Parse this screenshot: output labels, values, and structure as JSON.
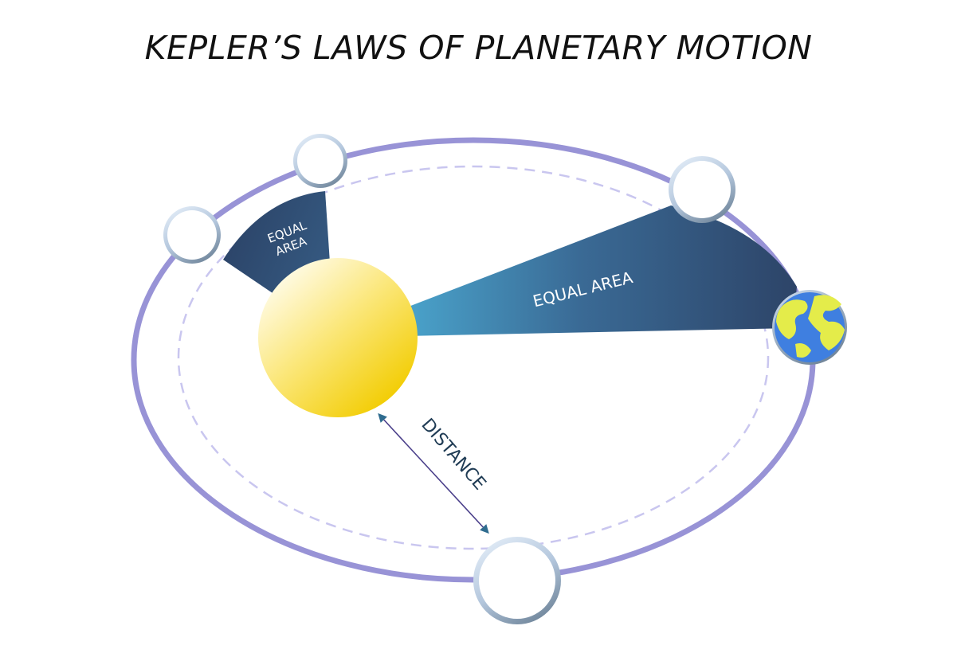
{
  "title": "KEPLER’S LAWS OF PLANETARY MOTION",
  "labels": {
    "small_area_line1": "EQUAL",
    "small_area_line2": "AREA",
    "large_area": "EQUAL AREA",
    "distance": "DISTANCE"
  },
  "colors": {
    "orbit": "#9893d6",
    "inner_orbit_dashed": "#c9c6ef",
    "area_dark": "#2d4468",
    "area_light": "#4ea8cf",
    "sun_light": "#fffbe0",
    "sun_dark": "#f3cf00",
    "planet_ring": "#8fa9c4",
    "earth_ocean": "#3f7fe0",
    "earth_land": "#e4ec4a",
    "distance_line": "#4a3f8a",
    "distance_text": "#1f3b54"
  },
  "icons": {
    "sun": "sun-icon",
    "earth": "earth-icon",
    "planet": "planet-icon"
  }
}
